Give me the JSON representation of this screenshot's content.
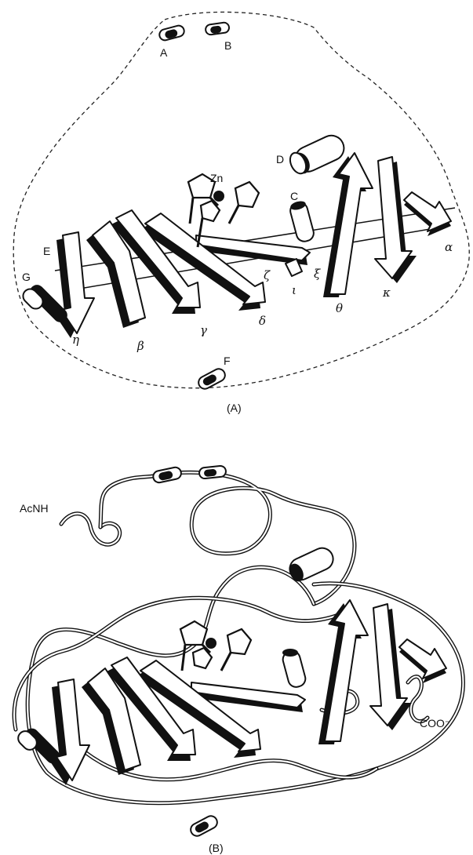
{
  "panel_a": {
    "caption": "(A)",
    "helix_labels": [
      "A",
      "B",
      "C",
      "D",
      "E",
      "F",
      "G"
    ],
    "strand_labels": [
      "α",
      "β",
      "γ",
      "δ",
      "ζ",
      "ι",
      "ξ",
      "θ",
      "κ",
      "η"
    ],
    "metal_label": "Zn"
  },
  "panel_b": {
    "caption": "(B)",
    "n_terminus_label": "AcNH",
    "c_terminus_label": "COO⁻"
  }
}
